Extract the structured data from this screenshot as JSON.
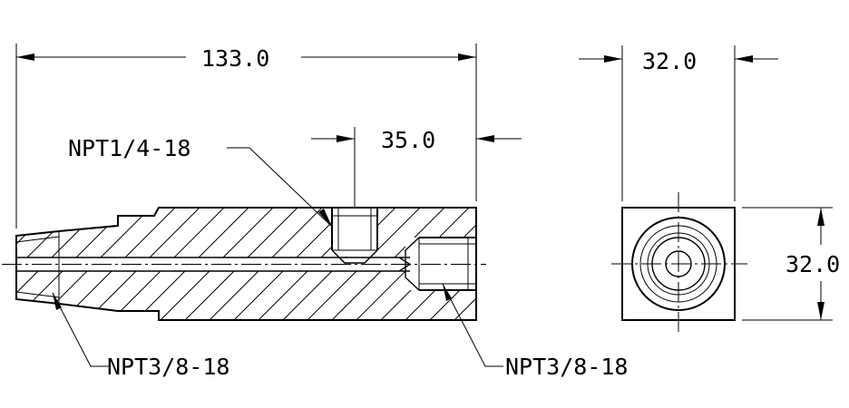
{
  "dimensions": {
    "overall_length": "133.0",
    "port_offset": "35.0",
    "end_width": "32.0",
    "end_height": "32.0"
  },
  "callouts": {
    "top_port": "NPT1/4-18",
    "left_port": "NPT3/8-18",
    "right_port": "NPT3/8-18"
  },
  "colors": {
    "line": "#000000",
    "background": "#ffffff"
  }
}
